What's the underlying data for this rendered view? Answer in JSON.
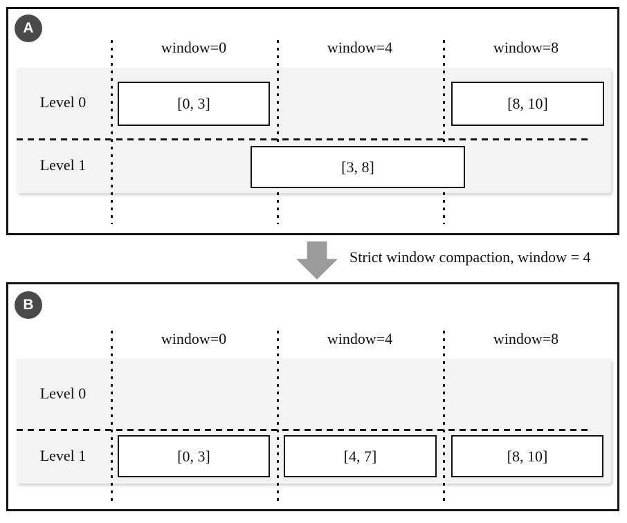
{
  "panels": {
    "a": {
      "badge": "A",
      "columns": [
        "window=0",
        "window=4",
        "window=8"
      ],
      "rows": [
        "Level 0",
        "Level 1"
      ],
      "boxes": {
        "l0b1": "[0, 3]",
        "l0b2": "[8, 10]",
        "l1b1": "[3, 8]"
      }
    },
    "b": {
      "badge": "B",
      "columns": [
        "window=0",
        "window=4",
        "window=8"
      ],
      "rows": [
        "Level 0",
        "Level 1"
      ],
      "boxes": {
        "l1b1": "[0, 3]",
        "l1b2": "[4, 7]",
        "l1b3": "[8, 10]"
      }
    }
  },
  "transition": {
    "label": "Strict window compaction, window = 4",
    "arrow_icon": "down-arrow"
  },
  "colors": {
    "line": "#161616",
    "band_bg": "#f3f3f3",
    "badge_bg": "#4a4a4a",
    "arrow": "#9b9b9b"
  }
}
